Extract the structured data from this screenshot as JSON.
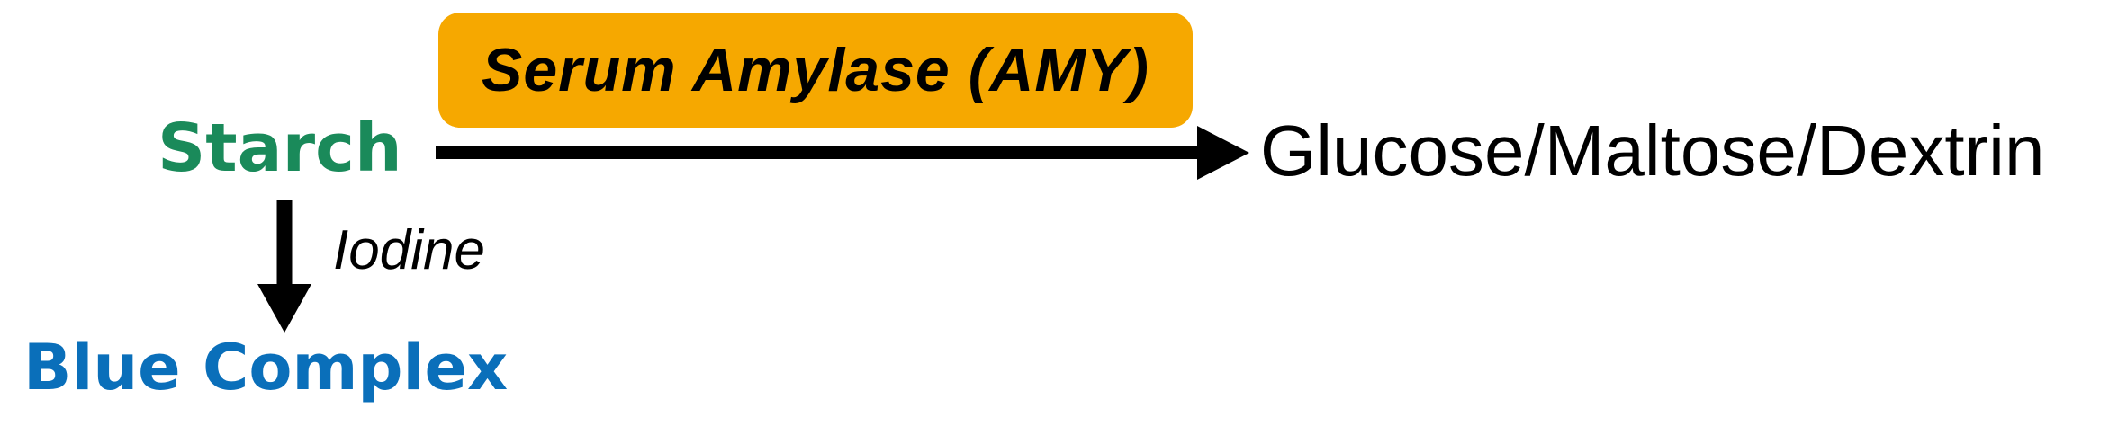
{
  "diagram": {
    "substrate": {
      "label": "Starch",
      "color": "#1a8a5a"
    },
    "enzyme": {
      "label": "Serum Amylase (AMY)",
      "fill_color": "#f6a800"
    },
    "products": {
      "label": "Glucose/Maltose/Dextrin",
      "color": "#000000"
    },
    "reagent": {
      "label": "Iodine",
      "color": "#000000"
    },
    "complex": {
      "label": "Blue Complex",
      "color": "#0a6fba"
    },
    "arrow_color": "#000000"
  }
}
